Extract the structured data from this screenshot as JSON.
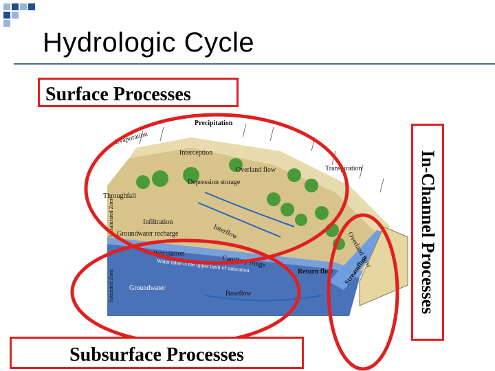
{
  "title": "Hydrologic Cycle",
  "boxes": {
    "surface": "Surface Processes",
    "subsurface": "Subsurface Processes",
    "channel": "In-Channel Processes"
  },
  "diagram_labels": {
    "precipitation": "Precipitation",
    "evaporation": "Evaporation",
    "interception": "Interception",
    "overland_flow": "Overland flow",
    "transpiration": "Transpiration",
    "depression_storage": "Depression storage",
    "throughfall": "Throughfall",
    "infiltration": "Infiltration",
    "groundwater_recharge": "Groundwater recharge",
    "percolation": "Percolation",
    "interflow": "Interflow",
    "capillary_fringe": "Capillary fringe",
    "water_table": "Water table is the upper limit of saturation",
    "return_flow": "Return flow",
    "overland_flow_2": "Overland flow",
    "streamflow": "Streamflow",
    "groundwater": "Groundwater",
    "baseflow": "Baseflow",
    "unsaturated_zone": "Unsaturated Zone",
    "saturated_zone": "Saturated Zone"
  },
  "colors": {
    "accent_red": "#e02020",
    "corner_blue": "#1f4e8c",
    "corner_light": "#9db3d6"
  }
}
